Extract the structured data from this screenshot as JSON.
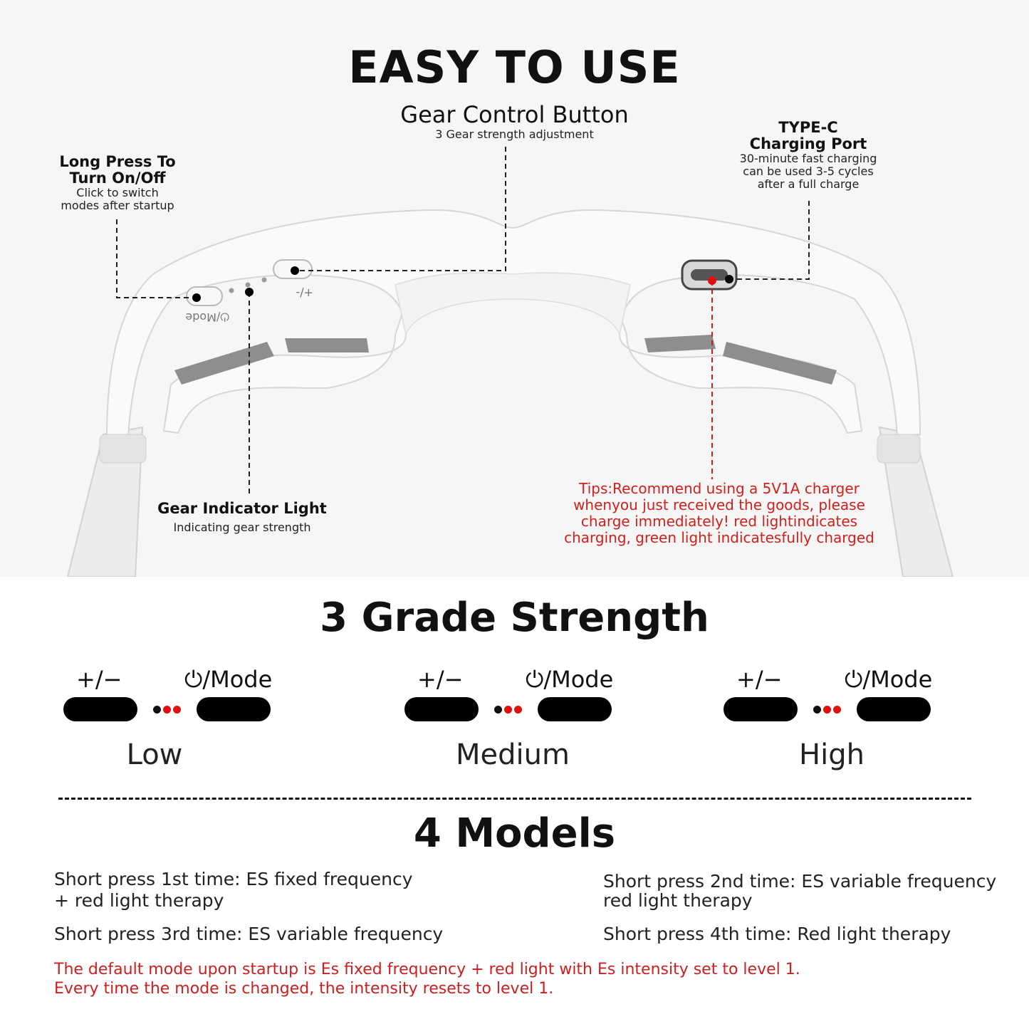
{
  "header": {
    "title": "EASY TO USE"
  },
  "callouts": {
    "gear_button": {
      "title": "Gear Control Button",
      "sub": "3 Gear strength adjustment"
    },
    "power": {
      "title_line1": "Long Press To",
      "title_line2": "Turn On/Off",
      "sub_line1": "Click to switch",
      "sub_line2": "modes after startup"
    },
    "charging": {
      "title_line1": "TYPE-C",
      "title_line2": "Charging Port",
      "sub_line1": "30-minute fast charging",
      "sub_line2": "can be used 3-5 cycles",
      "sub_line3": "after a full charge"
    },
    "indicator": {
      "title": "Gear Indicator Light",
      "sub": "Indicating gear strength"
    },
    "tips": {
      "line1": "Tips:Recommend using a 5V1A charger",
      "line2": "whenyou just received the goods, please",
      "line3": "charge immediately! red lightindicates",
      "line4": "charging, green light indicatesfully charged"
    }
  },
  "device_labels": {
    "mode": "⏻/Mode",
    "plusminus": "+/-"
  },
  "strength": {
    "title": "3 Grade Strength",
    "grades": [
      {
        "plus_label": "+/−",
        "mode_label": "/Mode",
        "name": "Low"
      },
      {
        "plus_label": "+/−",
        "mode_label": "/Mode",
        "name": "Medium"
      },
      {
        "plus_label": "+/−",
        "mode_label": "/Mode",
        "name": "High"
      }
    ]
  },
  "models": {
    "title": "4 Models",
    "items": [
      {
        "line1": "Short press 1st time: ES fixed frequency",
        "line2": "+ red light therapy"
      },
      {
        "line1": "Short press 2nd time: ES variable frequency",
        "line2": "red light therapy"
      },
      {
        "line1": "Short press 3rd time: ES variable frequency"
      },
      {
        "line1": "Short press 4th time: Red light therapy"
      }
    ],
    "note_line1": "The default mode upon startup is Es fixed frequency + red light with Es intensity set to level 1.",
    "note_line2": "Every time the mode is changed, the intensity resets to level 1."
  },
  "colors": {
    "accent_red": "#d0201c",
    "pill": "#000000",
    "dot_black": "#111111",
    "dot_red": "#e01010"
  },
  "icons": {
    "power": "power-icon"
  }
}
